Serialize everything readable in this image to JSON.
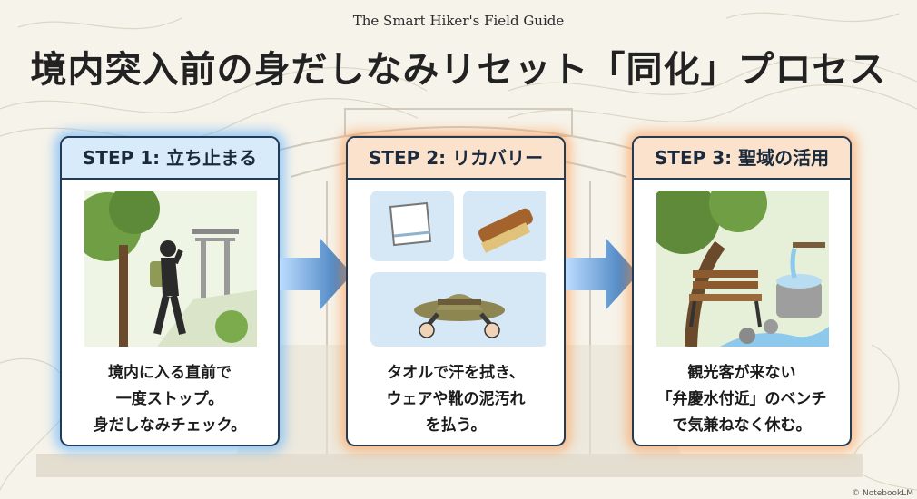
{
  "header": {
    "subtitle": "The Smart Hiker's Field Guide",
    "title": "境内突入前の身だしなみリセット「同化」プロセス"
  },
  "steps": [
    {
      "title": "STEP 1: 立ち止まる",
      "lines": [
        "境内に入る直前で",
        "一度ストップ。",
        "身だしなみチェック。"
      ],
      "accent": "#5ab0ff"
    },
    {
      "title": "STEP 2: リカバリー",
      "lines": [
        "タオルで汗を拭き、",
        "ウェアや靴の泥汚れ",
        "を払う。"
      ],
      "accent": "#ff9a4a"
    },
    {
      "title": "STEP 3: 聖域の活用",
      "lines": [
        "観光客が来ない",
        "「弁慶水付近」のベンチ",
        "で気兼ねなく休む。"
      ],
      "accent": "#ff9a4a"
    }
  ],
  "colors": {
    "arrow": "#2f6fb3",
    "card_border": "#233a55",
    "blue_header": "#d7ebfa",
    "orange_header": "#fbe2cc"
  },
  "credit": "© NotebookLM"
}
